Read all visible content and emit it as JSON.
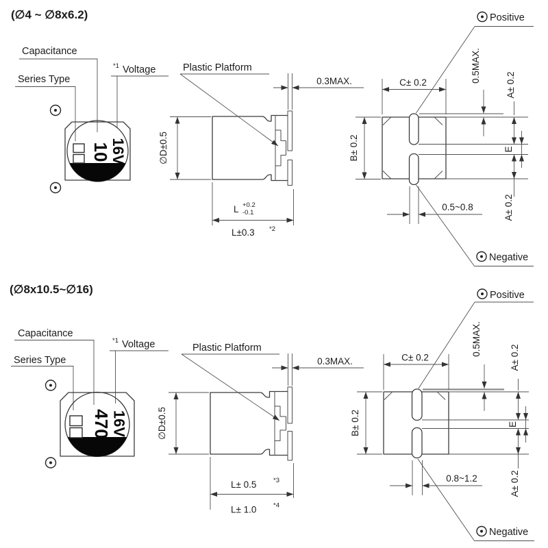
{
  "colors": {
    "ink": "#3b3b3b",
    "text": "#1b1b1b",
    "background": "#ffffff"
  },
  "figures": [
    {
      "title": "(∅4 ~ ∅8x6.2)",
      "labels": {
        "capacitance": "Capacitance",
        "series_type": "Series Type",
        "voltage_note": "*1",
        "voltage": "Voltage",
        "plastic_platform": "Plastic Platform",
        "positive": "Positive",
        "negative": "Negative"
      },
      "marking": {
        "capacitance": "10",
        "voltage": "16V"
      },
      "dims": {
        "diameter": "∅D±0.5",
        "platform_gap": "0.3MAX.",
        "length": "L",
        "length_tol_up": "+0.2",
        "length_tol_dn": "-0.1",
        "length_alt": "L±0.3",
        "length_alt_note": "*2",
        "c": "C± 0.2",
        "b": "B± 0.2",
        "protrusion": "0.5MAX.",
        "a_top": "A± 0.2",
        "e": "E",
        "a_bottom": "A± 0.2",
        "lead_width": "0.5~0.8"
      }
    },
    {
      "title": "(∅8x10.5~∅16)",
      "labels": {
        "capacitance": "Capacitance",
        "series_type": "Series Type",
        "voltage_note": "*1",
        "voltage": "Voltage",
        "plastic_platform": "Plastic Platform",
        "positive": "Positive",
        "negative": "Negative"
      },
      "marking": {
        "capacitance": "470",
        "voltage": "16V"
      },
      "dims": {
        "diameter": "∅D±0.5",
        "platform_gap": "0.3MAX.",
        "length": "L± 0.5",
        "length_note": "*3",
        "length_alt": "L± 1.0",
        "length_alt_note": "*4",
        "c": "C± 0.2",
        "b": "B± 0.2",
        "protrusion": "0.5MAX.",
        "a_top": "A± 0.2",
        "e": "E",
        "a_bottom": "A± 0.2",
        "lead_width": "0.8~1.2"
      }
    }
  ]
}
